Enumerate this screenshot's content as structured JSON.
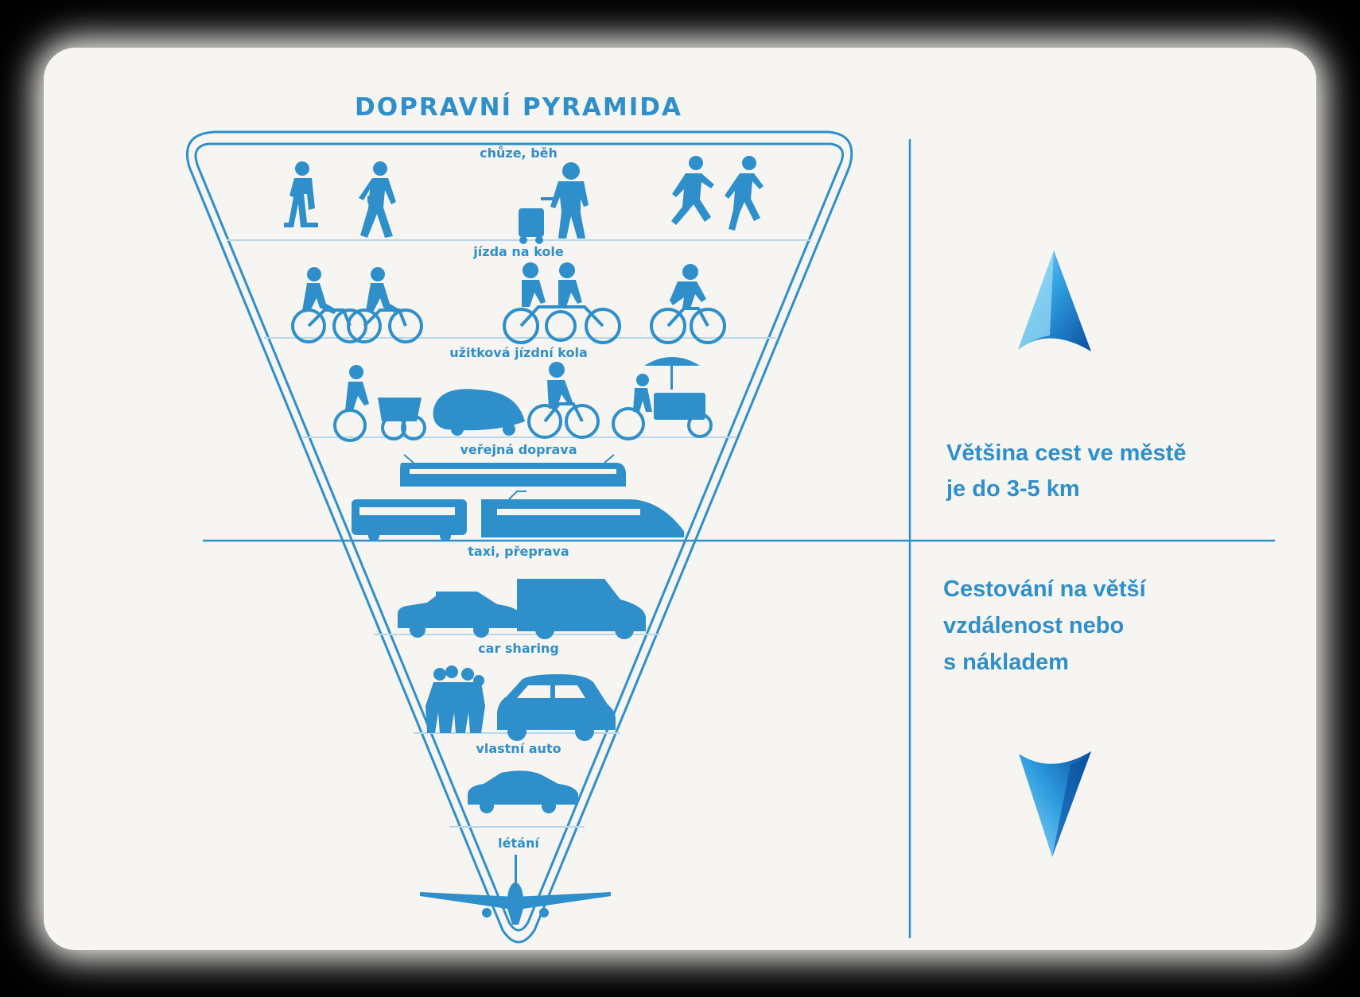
{
  "title": "DOPRAVNÍ PYRAMIDA",
  "tiers": [
    {
      "label": "chůze, běh",
      "icons": [
        "walking-person-icon",
        "walking-person-with-bag-icon",
        "person-with-luggage-trolley-icon",
        "running-man-icon",
        "running-woman-icon"
      ]
    },
    {
      "label": "jízda na kole",
      "icons": [
        "cyclists-pair-icon",
        "tandem-cyclists-icon",
        "road-cyclist-icon"
      ]
    },
    {
      "label": "užitková jízdní kola",
      "icons": [
        "cargo-bike-icon",
        "velomobile-icon",
        "cyclist-icon",
        "coffee-bike-cart-icon"
      ]
    },
    {
      "label": "veřejná doprava",
      "icons": [
        "tram-icon",
        "bus-icon",
        "train-icon"
      ]
    },
    {
      "label": "taxi, přeprava",
      "icons": [
        "taxi-car-icon",
        "delivery-van-icon"
      ]
    },
    {
      "label": "car sharing",
      "icons": [
        "group-of-people-icon",
        "hatchback-car-icon"
      ]
    },
    {
      "label": "vlastní auto",
      "icons": [
        "sedan-car-icon"
      ]
    },
    {
      "label": "létání",
      "icons": [
        "airplane-icon"
      ]
    }
  ],
  "notes": {
    "upper": [
      "Většina cest ve městě",
      "je do 3-5 km"
    ],
    "lower": [
      "Cestování na větší",
      "vzdálenost nebo",
      "s nákladem"
    ]
  },
  "arrows": {
    "up": "arrow-up-icon",
    "down": "arrow-down-icon"
  },
  "colors": {
    "accent": "#2e8fca",
    "background": "#f7f5f1",
    "frame": "#000000"
  }
}
